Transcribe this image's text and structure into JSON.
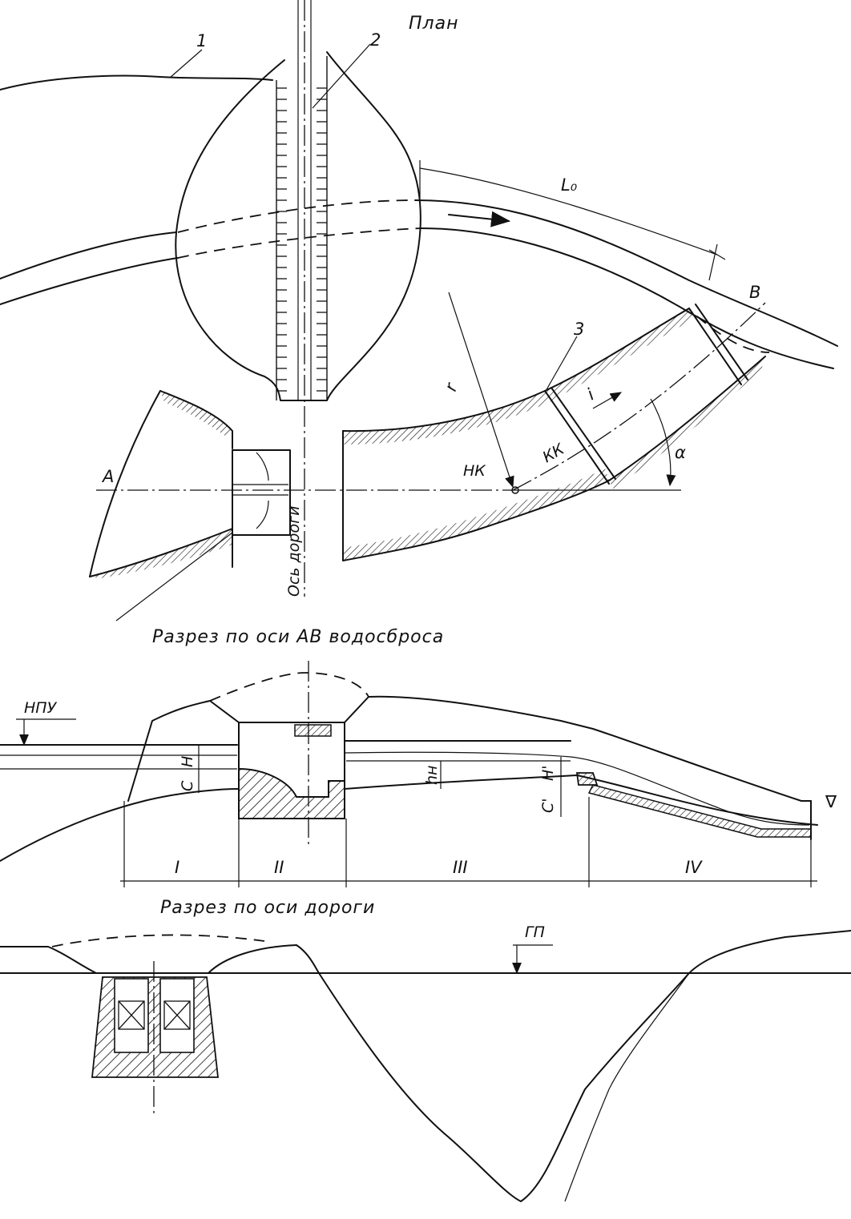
{
  "titles": {
    "plan": "План",
    "section_ab": "Разрез по оси АВ водосброса",
    "section_road": "Разрез по оси дороги"
  },
  "labels": {
    "callout_1": "1",
    "callout_2": "2",
    "callout_3": "3",
    "point_a": "А",
    "point_b": "В",
    "length_l0": "L₀",
    "radius_r": "r",
    "slope_i": "i",
    "angle_alpha": "α",
    "nk": "НК",
    "kk": "КК",
    "road_axis": "Ось дороги",
    "npu": "НПУ",
    "gp": "ГП",
    "h_upper": "H",
    "c_upper": "C",
    "h_n": "hн",
    "h_prime": "H'",
    "c_prime": "C'",
    "zone_1": "I",
    "zone_2": "II",
    "zone_3": "III",
    "zone_4": "IV",
    "level_mark": "∇"
  }
}
